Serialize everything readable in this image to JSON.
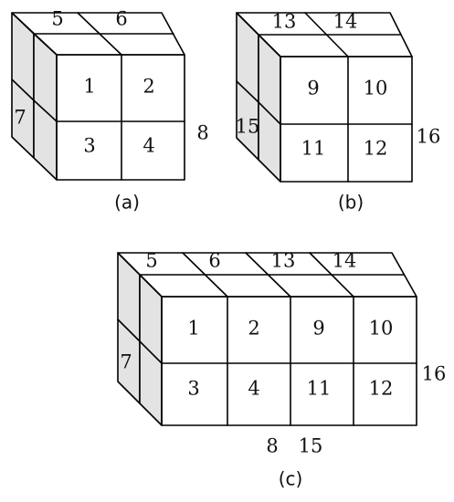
{
  "panels": [
    {
      "caption": "(a)",
      "front": [
        [
          "1",
          "2"
        ],
        [
          "3",
          "4"
        ]
      ],
      "top": [
        "5",
        "6"
      ],
      "left": "7",
      "hidden": "8"
    },
    {
      "caption": "(b)",
      "front": [
        [
          "9",
          "10"
        ],
        [
          "11",
          "12"
        ]
      ],
      "top": [
        "13",
        "14"
      ],
      "left": "15",
      "hidden": "16"
    },
    {
      "caption": "(c)",
      "front": [
        [
          "1",
          "2",
          "9",
          "10"
        ],
        [
          "3",
          "4",
          "11",
          "12"
        ]
      ],
      "top": [
        "5",
        "6",
        "13",
        "14"
      ],
      "left": "7",
      "hidden": [
        "8",
        "15",
        "16"
      ]
    }
  ]
}
